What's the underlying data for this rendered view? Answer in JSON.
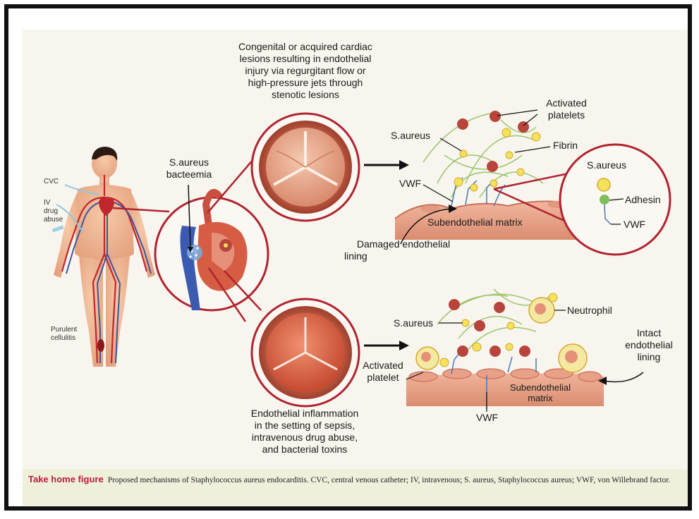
{
  "labels": {
    "top_valve_desc": [
      "Congenital or acquired cardiac",
      "lesions resulting in endothelial",
      "injury via regurgitant flow or",
      "high-pressure jets through",
      "stenotic lesions"
    ],
    "bacteremia": [
      "S.aureus",
      "bacteemia"
    ],
    "cvc": "CVC",
    "iv_drug": [
      "IV",
      "drug",
      "abuse"
    ],
    "purulent": [
      "Purulent",
      "cellulitis"
    ],
    "activated_platelets": [
      "Activated",
      "platelets"
    ],
    "s_aureus_top": "S.aureus",
    "fibrin": "Fibrin",
    "vwf_top": "VWF",
    "s_aureus_zoom": "S.aureus",
    "adhesin": "Adhesin",
    "vwf_zoom": "VWF",
    "subendothelial_top": "Subendothelial matrix",
    "damaged_lining": [
      "Damaged endothelial",
      "lining"
    ],
    "s_aureus_bottom": "S.aureus",
    "neutrophil": "Neutrophil",
    "intact_lining": [
      "Intact",
      "endothelial",
      "lining"
    ],
    "activated_platelet": [
      "Activated",
      "platelet"
    ],
    "subendothelial_bottom": [
      "Subendothelial",
      "matrix"
    ],
    "vwf_bottom": "VWF",
    "bottom_valve_desc": [
      "Endothelial inflammation",
      "in the setting of sepsis,",
      "intravenous drug abuse,",
      "and bacterial toxins"
    ]
  },
  "caption": {
    "title": "Take home figure",
    "text": "Proposed mechanisms of Staphylococcus aureus endocarditis. CVC, central venous catheter; IV, intravenous; S. aureus, Staphylococcus aureus; VWF, von Willebrand factor."
  },
  "colors": {
    "accent_red": "#b0242f",
    "caption_red": "#c41a3a",
    "tissue_pink": "#e9a890",
    "platelet_red": "#b8443c",
    "bacteria_yellow": "#f3e25a",
    "fibrin_green": "#9cc46a",
    "vwf_blue": "#4a78b8"
  }
}
